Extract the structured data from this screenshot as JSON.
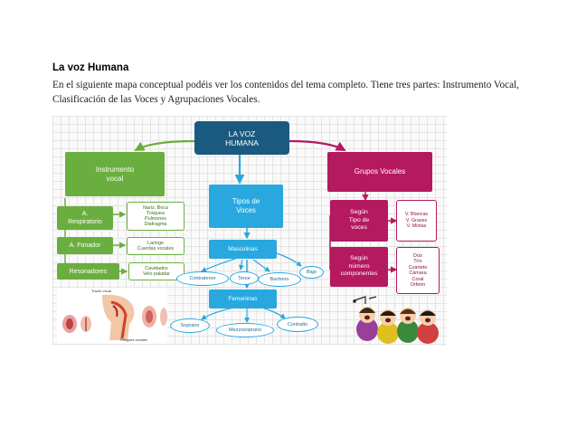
{
  "document": {
    "title": "La voz Humana",
    "intro": "En el siguiente mapa conceptual podéis ver los contenidos del tema completo. Tiene tres partes: Instrumento Vocal, Clasificación de las Voces y Agrupaciones  Vocales."
  },
  "map": {
    "root": {
      "line1": "LA VOZ",
      "line2": "HUMANA"
    },
    "instrumento": {
      "title_line1": "Instrumento",
      "title_line2": "vocal",
      "items": [
        {
          "label_line1": "A.",
          "label_line2": "Respiratorio",
          "detail_lines": [
            "Nariz, Boca",
            "Tráquea",
            "Pulmones",
            "Diafragma"
          ]
        },
        {
          "label_line1": "A. Fonador",
          "label_line2": "",
          "detail_lines": [
            "Laringe",
            "Cuerdas vocales"
          ]
        },
        {
          "label_line1": "Resonadores",
          "label_line2": "",
          "detail_lines": [
            "Cavidades",
            "Velo paladar"
          ]
        }
      ]
    },
    "tipos": {
      "title_line1": "Tipos de",
      "title_line2": "Voces",
      "masculinas": {
        "label": "Masculinas",
        "voices": [
          "Contratenor",
          "Tenor",
          "Barítono",
          "Bajo"
        ]
      },
      "femeninas": {
        "label": "Femeninas",
        "voices": [
          "Soprano",
          "Mezzosoprano",
          "Contralto"
        ]
      }
    },
    "grupos": {
      "title": "Grupos Vocales",
      "tipo": {
        "lines": [
          "Según",
          "Tipo de",
          "voces"
        ],
        "detail_lines": [
          "V. Blancas",
          "V. Graves",
          "V. Mixtas"
        ]
      },
      "numero": {
        "lines": [
          "Según",
          "número",
          "componentes"
        ],
        "detail_lines": [
          "Dúo",
          "Trío",
          "Cuarteto",
          "Cámara",
          "Coral",
          "Orfeón"
        ]
      }
    },
    "illustrations": {
      "anatomy": {
        "caption_top": "Tracto Vocal",
        "caption_bottom": "Pliegues vocales"
      },
      "choir": {
        "description_icon": "singing-choir-illustration"
      }
    }
  },
  "colors": {
    "root": "#1b5a80",
    "green": "#6aae3f",
    "blue": "#28a8df",
    "magenta": "#b5195f"
  }
}
